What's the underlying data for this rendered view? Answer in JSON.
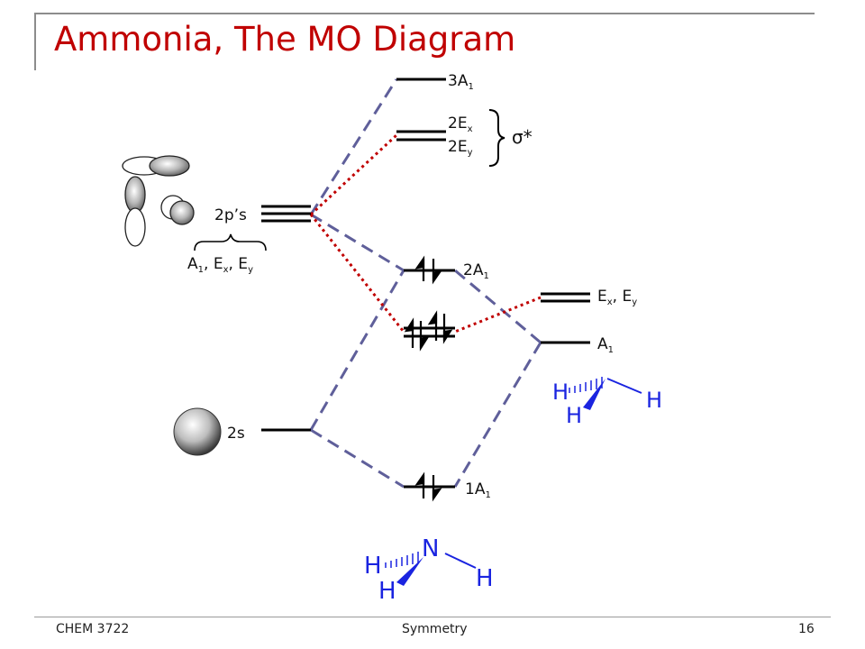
{
  "slide": {
    "title": "Ammonia, The MO Diagram",
    "footer_left": "CHEM 3722",
    "footer_center": "Symmetry",
    "footer_right": "16"
  },
  "colors": {
    "title": "#c00000",
    "dashed_correlation": "#5f5f9a",
    "dotted_correlation": "#c00000",
    "atom_blue": "#1a24e0"
  },
  "diagram": {
    "mo_levels": {
      "level_3a1": {
        "main": "3A",
        "sub": "1"
      },
      "level_2ex": {
        "main": "2E",
        "sub": "x"
      },
      "level_2ey": {
        "main": "2E",
        "sub": "y"
      },
      "level_2a1": {
        "main": "2A",
        "sub": "1"
      },
      "level_1a1": {
        "main": "1A",
        "sub": "1"
      }
    },
    "sigma_star": "σ*",
    "n_atom": {
      "label_2ps": "2p’s",
      "label_2s": "2s",
      "sym_a": {
        "main": "A",
        "sub": "1",
        "sep1": ", E",
        "ex_sub": "x",
        "sep2": ", E",
        "ey_sub": "y"
      }
    },
    "h3_fragment": {
      "label_e": {
        "main": "E",
        "sub_x": "x",
        "sep": ", E",
        "sub_y": "y"
      },
      "label_a1": {
        "main": "A",
        "sub": "1"
      },
      "atoms": [
        "H",
        "H",
        "H"
      ]
    },
    "nh3_molecule": {
      "atoms": [
        "N",
        "H",
        "H",
        "H"
      ]
    },
    "electron_counts": {
      "level_2a1": 2,
      "level_e_pair": 4,
      "level_1a1": 2
    }
  }
}
